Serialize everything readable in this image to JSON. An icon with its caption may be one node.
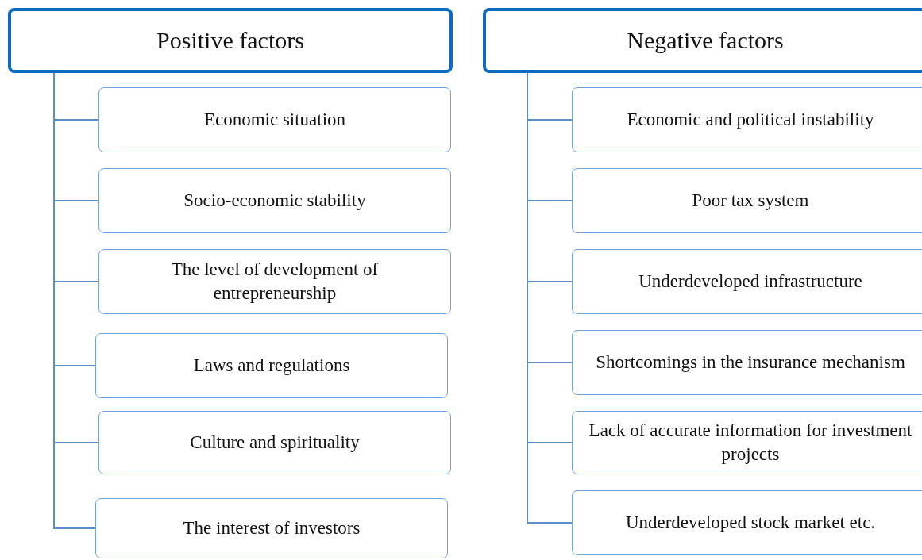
{
  "diagram": {
    "nodes": [
      {
        "text": [
          "Positive factors"
        ]
      },
      {
        "text": [
          "Economic situation"
        ]
      },
      {
        "text": [
          "Socio-economic stability"
        ]
      },
      {
        "text": [
          "The level of development of entrepreneurship"
        ]
      },
      {
        "text": [
          "Laws and regulations"
        ]
      },
      {
        "text": [
          "Culture and spirituality"
        ]
      },
      {
        "text": [
          "The interest of investors"
        ]
      },
      {
        "text": [
          "Negative factors"
        ]
      },
      {
        "text": [
          "Economic and political instability"
        ]
      },
      {
        "text": [
          "Poor tax system"
        ]
      },
      {
        "text": [
          "Underdeveloped infrastructure"
        ]
      },
      {
        "text": [
          "Shortcomings in the insurance mechanism"
        ]
      },
      {
        "text": [
          "Lack of accurate information for investment projects"
        ]
      },
      {
        "text": [
          "Underdeveloped stock market etc."
        ]
      }
    ],
    "edges": [
      {
        "from": 0,
        "to": 1,
        "arrow": "none"
      },
      {
        "from": 0,
        "to": 2,
        "arrow": "none"
      },
      {
        "from": 0,
        "to": 3,
        "arrow": "none"
      },
      {
        "from": 0,
        "to": 4,
        "arrow": "none"
      },
      {
        "from": 0,
        "to": 5,
        "arrow": "none"
      },
      {
        "from": 0,
        "to": 6,
        "arrow": "none"
      },
      {
        "from": 7,
        "to": 8,
        "arrow": "none"
      },
      {
        "from": 7,
        "to": 9,
        "arrow": "none"
      },
      {
        "from": 7,
        "to": 10,
        "arrow": "none"
      },
      {
        "from": 7,
        "to": 11,
        "arrow": "none"
      },
      {
        "from": 7,
        "to": 12,
        "arrow": "none"
      },
      {
        "from": 7,
        "to": 13,
        "arrow": "none"
      }
    ]
  }
}
